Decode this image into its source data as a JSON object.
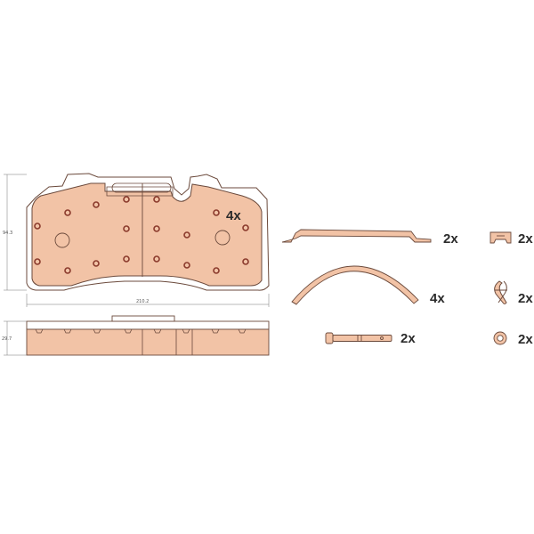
{
  "colors": {
    "pad_fill": "#f2c3a6",
    "outline": "#6b4a3c",
    "backplate": "#ffffff",
    "rivet": "#8a3a2c",
    "text": "#2b2b2b"
  },
  "pad_top_view": {
    "quantity": "4x",
    "width_label": "210.2",
    "height_label": "94.3"
  },
  "pad_side_view": {
    "thickness_label": "29.7"
  },
  "accessories": [
    {
      "icon": "pad-spring-icon",
      "quantity": "2x"
    },
    {
      "icon": "retaining-spring-icon",
      "quantity": "4x"
    },
    {
      "icon": "pin-icon",
      "quantity": "2x"
    },
    {
      "icon": "spring-clip-icon",
      "quantity": "2x"
    },
    {
      "icon": "cotter-pin-icon",
      "quantity": "2x"
    },
    {
      "icon": "washer-icon",
      "quantity": "2x"
    }
  ]
}
